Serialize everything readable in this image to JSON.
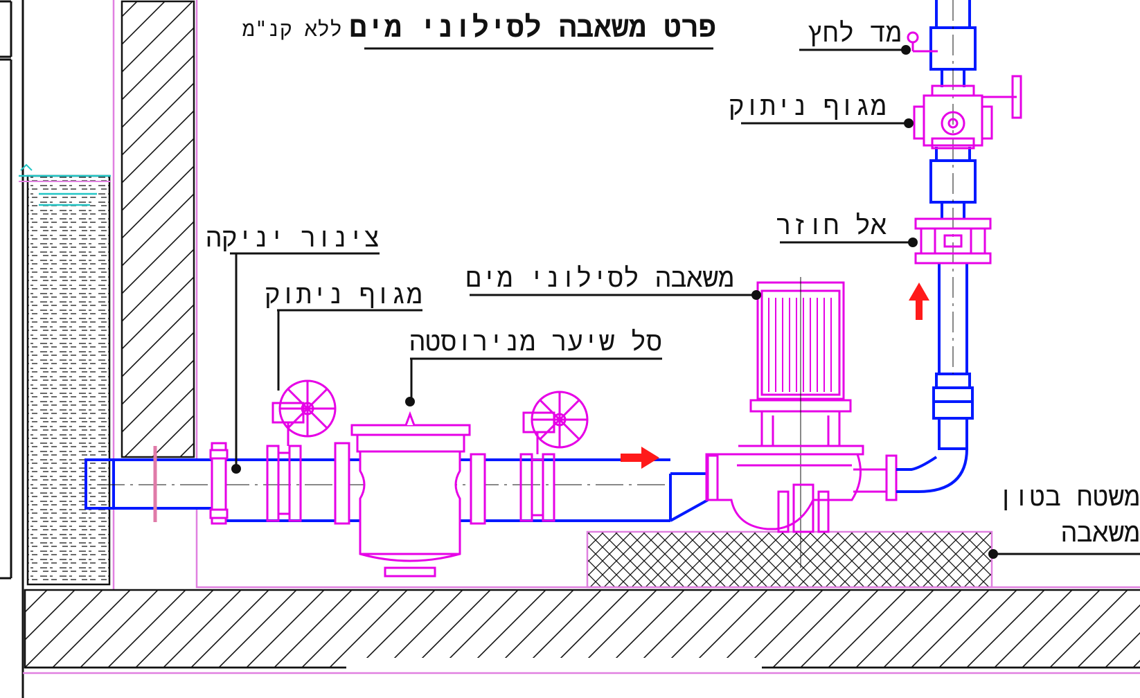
{
  "title": {
    "main": "פרט משאבה לסילוני מים",
    "scale": "ללא קנ\"מ"
  },
  "labels": {
    "pressure_gauge": "מד לחץ",
    "isolation_valve_discharge": "מגוף ניתוק",
    "check_valve": "אל חוזר",
    "suction_pipe": "צינור יניקה",
    "isolation_valve_suction": "מגוף ניתוק",
    "pump": "משאבה לסילוני מים",
    "strainer": "סל שיער מנירוסטה",
    "concrete_pad_line1": "משטח בטון",
    "concrete_pad_line2": "משאבה"
  },
  "colors": {
    "pipe": "#0019ff",
    "equipment": "#e600e6",
    "wall": "#e080e0",
    "flow_arrow": "#ff1a1a",
    "water_level": "#22c5c5",
    "ink": "#111111"
  }
}
